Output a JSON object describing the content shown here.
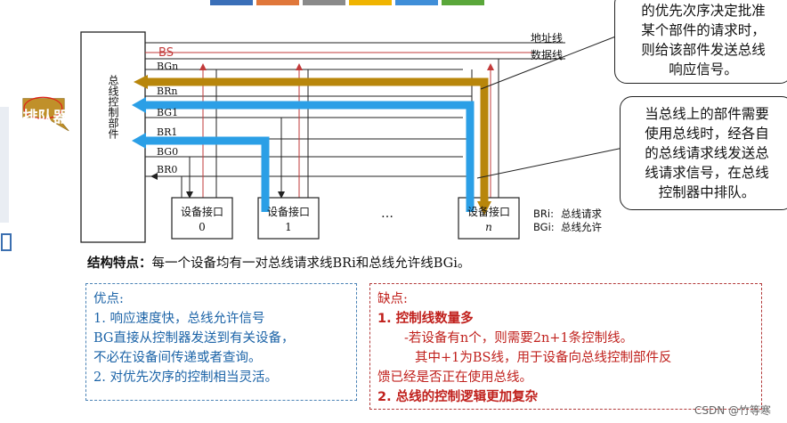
{
  "diagram": {
    "address_line": "地址线",
    "data_line": "数据线",
    "bs_label": "BS",
    "signal_lines": [
      "BGn",
      "BRn",
      "BG1",
      "BR1",
      "BG0",
      "BR0"
    ],
    "controller_label": "总线控制部件",
    "interfaces": [
      {
        "name": "设备接口",
        "index": "0"
      },
      {
        "name": "设备接口",
        "index": "1"
      },
      {
        "name": "设备接口",
        "index": "n"
      }
    ],
    "ellipsis": "…",
    "legend": [
      {
        "sym": "BRi:",
        "text": "总线请求"
      },
      {
        "sym": "BGi:",
        "text": "总线允许"
      }
    ]
  },
  "callouts": {
    "top_right": [
      "的优先次序决定批准",
      "某个部件的请求时，",
      "则给该部件发送总线",
      "响应信号。"
    ],
    "middle_right": [
      "当总线上的部件需要",
      "使用总线时，经各自",
      "的总线请求线发送总",
      "线请求信号，在总线",
      "控制器中排队。"
    ]
  },
  "queue_tag": "排队器",
  "structure": {
    "label": "结构特点：",
    "text": "每一个设备均有一对总线请求线BRi和总线允许线BGi。"
  },
  "pros": {
    "title": "优点:",
    "lines": [
      "1.  响应速度快，总线允许信号",
      "BG直接从控制器发送到有关设备，",
      "不必在设备间传递或者查询。",
      "2.  对优先次序的控制相当灵活。"
    ]
  },
  "cons": {
    "title": "缺点:",
    "item1": "1.  控制线数量多",
    "item1_sub1": "-若设备有n个，则需要2n+1条控制线。",
    "item1_sub2": "其中+1为BS线，用于设备向总线控制部件反",
    "item1_sub3": "馈已经是否正在使用总线。",
    "item2": "2.  总线的控制逻辑更加复杂"
  },
  "watermark": "CSDN @竹等寒",
  "colors": {
    "gold": "#b8860b",
    "blue": "#2b9fe6",
    "red_line": "#c23a3a",
    "tag_bg": "#c0902a",
    "pros_text": "#1b63a7",
    "cons_text": "#c0201c"
  }
}
